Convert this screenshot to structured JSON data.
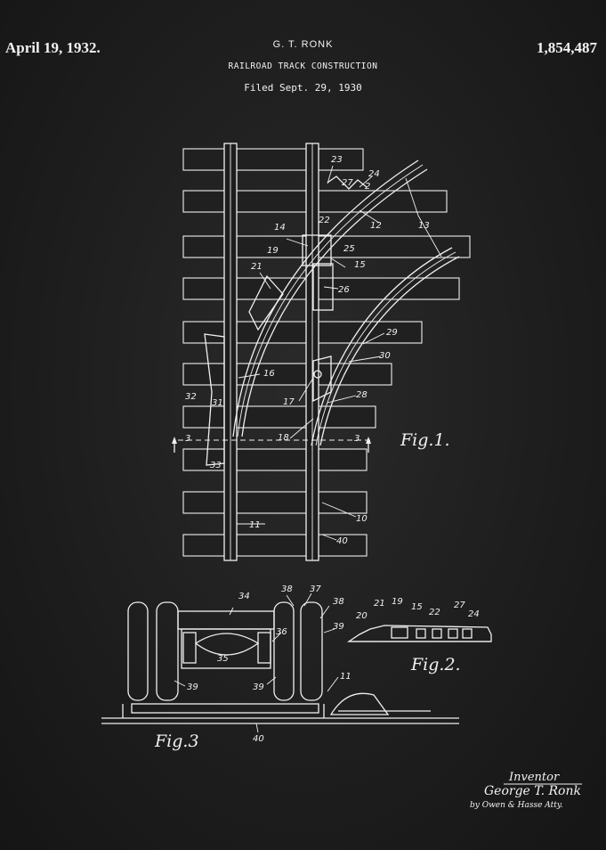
{
  "header": {
    "date": "April 19, 1932.",
    "inventor": "G. T. RONK",
    "title": "RAILROAD TRACK CONSTRUCTION",
    "filed": "Filed Sept. 29, 1930",
    "patent_number": "1,854,487"
  },
  "figures": {
    "fig1": "Fig.1.",
    "fig2": "Fig.2.",
    "fig3": "Fig.3"
  },
  "section_marks": {
    "left": "3",
    "right": "3"
  },
  "fig1_labels": [
    "23",
    "24",
    "27",
    "2",
    "12",
    "13",
    "22",
    "14",
    "19",
    "25",
    "15",
    "21",
    "26",
    "29",
    "30",
    "16",
    "32",
    "31",
    "17",
    "28",
    "18",
    "33",
    "11",
    "10",
    "40"
  ],
  "fig2_labels": [
    "21",
    "19",
    "15",
    "22",
    "27",
    "24",
    "20"
  ],
  "fig3_labels": [
    "34",
    "38",
    "37",
    "38",
    "39",
    "36",
    "35",
    "39",
    "39",
    "11",
    "40"
  ],
  "signature": {
    "heading": "Inventor",
    "name": "George T. Ronk",
    "attorneys": "by Owen & Hasse Atty."
  }
}
